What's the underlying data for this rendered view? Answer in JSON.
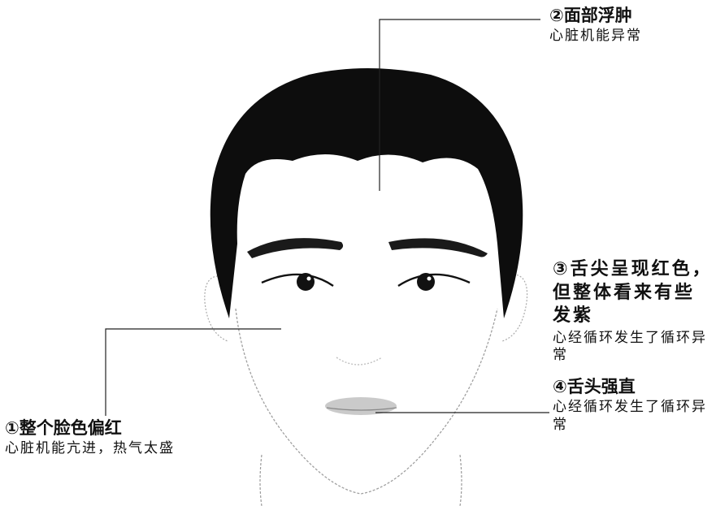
{
  "annotations": [
    {
      "id": "1",
      "title": "①整个脸色偏红",
      "desc": "心脏机能亢进，热气太盛"
    },
    {
      "id": "2",
      "title": "②面部浮肿",
      "desc": "心脏机能异常"
    },
    {
      "id": "3",
      "title": "③舌尖呈现红色，但整体看来有些发紫",
      "desc": "心经循环发生了循环异常"
    },
    {
      "id": "4",
      "title": "④舌头强直",
      "desc": "心经循环发生了循环异常"
    }
  ],
  "colors": {
    "hair": "#0d0d0d",
    "ink": "#111111",
    "lips": "#b8b8b8",
    "skin_line": "#9a9a9a"
  }
}
